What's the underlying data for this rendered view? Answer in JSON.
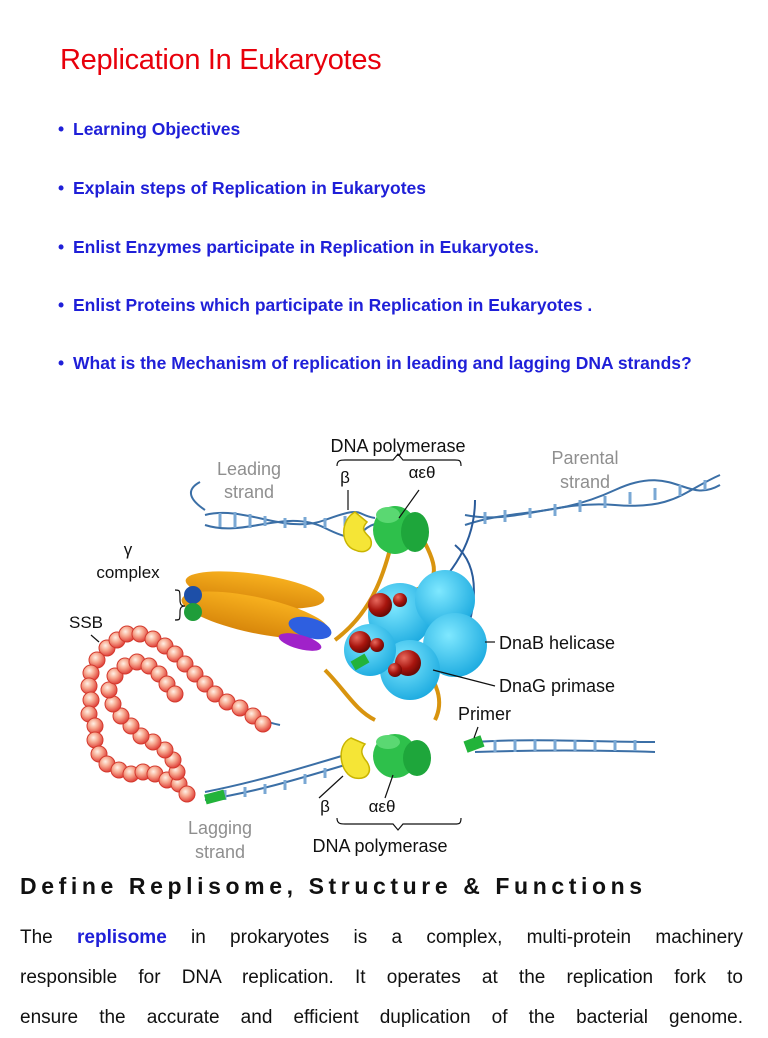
{
  "title": "Replication In Eukaryotes",
  "objectives": [
    "Learning Objectives",
    "Explain steps of Replication in Eukaryotes",
    "Enlist Enzymes participate in Replication in Eukaryotes.",
    "Enlist Proteins which participate in Replication in Eukaryotes  .",
    "What is the Mechanism of replication in leading and lagging DNA strands?"
  ],
  "diagram": {
    "dna_polymerase_top": "DNA polymerase",
    "beta_top": "β",
    "aet_top": "αεθ",
    "leading_1": "Leading",
    "leading_2": "strand",
    "parental_1": "Parental",
    "parental_2": "strand",
    "gamma_1": "γ",
    "gamma_2": "complex",
    "ssb": "SSB",
    "dnab": "DnaB helicase",
    "dnag": "DnaG primase",
    "primer": "Primer",
    "beta_bottom": "β",
    "aet_bottom": "αεθ",
    "lagging_1": "Lagging",
    "lagging_2": "strand",
    "dna_polymerase_bottom": "DNA polymerase"
  },
  "section": {
    "heading": "Define Replisome, Structure & Functions",
    "para_the": "The",
    "para_keyword": "replisome",
    "para_rest1": "in prokaryotes is a complex, multi-protein machinery",
    "para_line2": "responsible for DNA replication. It operates at the replication fork to",
    "para_line3": "ensure the accurate and efficient duplication of the bacterial genome."
  }
}
